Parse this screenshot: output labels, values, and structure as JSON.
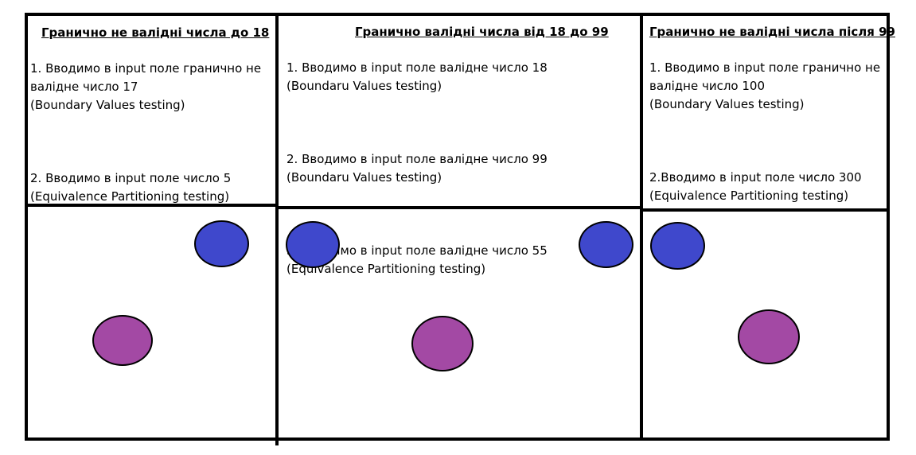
{
  "columns": [
    {
      "title": "Гранично не валідні числа до 18",
      "items": [
        "1. Вводимо в input поле гранично не валідне число 17\n(Boundary Values testing)",
        "2. Вводимо в input поле число 5\n(Equivalence Partitioning testing)"
      ]
    },
    {
      "title": "Гранично валідні числа від 18 до 99",
      "items": [
        "1. Вводимо в input поле валідне число 18\n(Boundaru Values testing)",
        "2. Вводимо в input поле валідне число 99\n(Boundaru Values testing)",
        "3. Вводимо в input поле валідне число 55\n(Equivalence Partitioning testing)"
      ]
    },
    {
      "title": "Гранично не валідні числа після 99",
      "items": [
        "1. Вводимо в input поле гранично не валідне число 100\n(Boundary Values testing)",
        "2.Вводимо в input поле число 300\n(Equivalence Partitioning testing)"
      ]
    }
  ],
  "colors": {
    "boundary_marker": "#3f48cc",
    "equivalence_marker": "#a349a4",
    "lines": "#000000"
  }
}
